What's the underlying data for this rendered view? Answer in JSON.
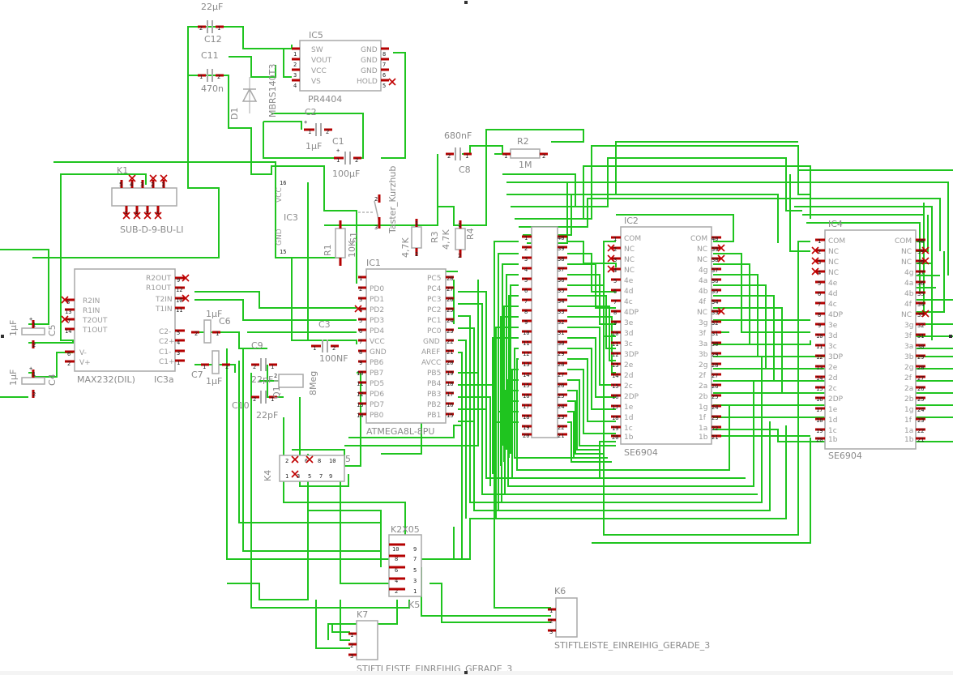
{
  "labels": {
    "c12": "C12",
    "c12_val": "22µF",
    "c11": "C11",
    "c11_val": "470n",
    "ic5": "IC5",
    "ic5_part": "PR4404",
    "ic5_pins_left": [
      "SW",
      "VOUT",
      "VCC",
      "VS"
    ],
    "ic5_pins_right": [
      "GND",
      "GND",
      "GND",
      "HOLD"
    ],
    "d1": "D1",
    "d1_part": "MBRS140T3",
    "c2": "C2",
    "c2_val": "1µF",
    "c1": "C1",
    "c1_val": "100µF",
    "k1": "K1",
    "k1_part": "SUB-D-9-BU-LI",
    "c8_val": "680nF",
    "c8": "C8",
    "r2": "R2",
    "r2_val": "1M",
    "taster": "Taster_Kurzhub",
    "ic3": "IC3",
    "vcc": "VCC",
    "gnd": "GND",
    "r1": "R1",
    "r1_val": "10K",
    "s1": "S1",
    "r3": "R3",
    "r3_val": "4,7K",
    "r4": "R4",
    "r4_val": "4,7K",
    "ic1": "IC1",
    "ic1_part": "ATMEGA8L-8PU",
    "ic1_pins_left": [
      "PD0",
      "PD1",
      "PD2",
      "PD3",
      "PD4",
      "VCC",
      "GND",
      "PB6",
      "PB7",
      "PD5",
      "PD6",
      "PD7",
      "PB0"
    ],
    "ic1_pins_right": [
      "PC5",
      "PC4",
      "PC3",
      "PC2",
      "PC1",
      "PC0",
      "GND",
      "AREF",
      "AVCC",
      "PB5",
      "PB4",
      "PB3",
      "PB2",
      "PB1"
    ],
    "max232_part": "MAX232(DIL)",
    "ic3a": "IC3a",
    "max232_pins_left": [
      "R2IN",
      "R1IN",
      "T2OUT",
      "T1OUT",
      "V-",
      "V+"
    ],
    "max232_pins_right": [
      "R2OUT",
      "R1OUT",
      "T2IN",
      "T1IN",
      "C2-",
      "C2+",
      "C1-",
      "C1+"
    ],
    "c5": "C5",
    "c5_val": "1µF",
    "c4": "C4",
    "c4_val": "1µF",
    "c6": "C6",
    "c6_val": "1µF",
    "c7": "C7",
    "c7_val": "1µF",
    "c3": "C3",
    "c3_val": "100NF",
    "c9": "C9",
    "c9_val": "22pF",
    "c10": "C10",
    "c10_val": "22pF",
    "q1": "Q1",
    "q1_val": "8Meg",
    "k4": "K4",
    "k4_index": "5",
    "k5": "K5",
    "k5_part": "K2X05",
    "k6": "K6",
    "k6_part": "STIFTLEISTE_EINREIHIG_GERADE_3",
    "k7": "K7",
    "k7_part": "STIFTLEISTE_EINREIHIG_GERADE_3",
    "ic2": "IC2",
    "ic2_part": "SE6904",
    "ic4": "IC4",
    "ic4_part": "SE6904",
    "se_pins_left": [
      "COM",
      "NC",
      "NC",
      "NC",
      "4e",
      "4d",
      "4c",
      "4DP",
      "3e",
      "3d",
      "3c",
      "3DP",
      "2e",
      "2d",
      "2c",
      "2DP",
      "1e",
      "1d",
      "1c",
      "1b"
    ],
    "se_pins_right": [
      "COM",
      "NC",
      "NC",
      "4g",
      "4a",
      "4b",
      "4f",
      "NC",
      "3g",
      "3f",
      "3a",
      "3b",
      "2g",
      "2f",
      "2a",
      "2b",
      "1g",
      "1f",
      "1a",
      "1b"
    ]
  },
  "colors": {
    "wire": "#1fc41f",
    "outline": "#a8a8a8",
    "text": "#8a8a8a",
    "pin_stub": "#b40000"
  }
}
